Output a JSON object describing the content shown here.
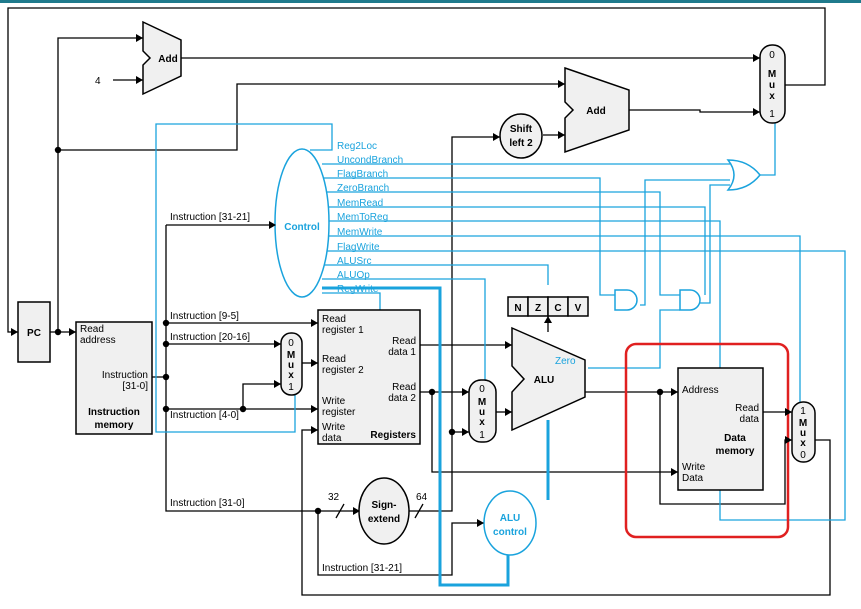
{
  "colors": {
    "control": "#1aa3dd",
    "highlight": "#e02020",
    "block_fill": "#f0f0f0",
    "frame": "#1f7a8c"
  },
  "blocks": {
    "pc": "PC",
    "add_top": "Add",
    "add_branch": "Add",
    "shift_left": [
      "Shift",
      "left 2"
    ],
    "control": "Control",
    "instr_mem_read": [
      "Read",
      "address"
    ],
    "instr_mem_out": [
      "Instruction",
      "[31-0]"
    ],
    "instr_mem_title": [
      "Instruction",
      "memory"
    ],
    "registers_title": "Registers",
    "regs_inputs": [
      [
        "Read",
        "register 1"
      ],
      [
        "Read",
        "register 2"
      ],
      [
        "Write",
        "register"
      ],
      [
        "Write",
        "data"
      ]
    ],
    "regs_outputs": [
      [
        "Read",
        "data 1"
      ],
      [
        "Read",
        "data 2"
      ]
    ],
    "sign_extend": [
      "Sign-",
      "extend"
    ],
    "alu": "ALU",
    "alu_zero": "Zero",
    "alu_control": [
      "ALU",
      "control"
    ],
    "data_mem_address": "Address",
    "data_mem_read": [
      "Read",
      "data"
    ],
    "data_mem_title": [
      "Data",
      "memory"
    ],
    "data_mem_write": [
      "Write",
      "Data"
    ],
    "flags": [
      "N",
      "Z",
      "C",
      "V"
    ],
    "const_four": "4",
    "bits_in": "32",
    "bits_out": "64"
  },
  "muxes": {
    "pc_mux": [
      "0",
      "M",
      "u",
      "x",
      "1"
    ],
    "reg_mux": [
      "0",
      "M",
      "u",
      "x",
      "1"
    ],
    "alu_mux": [
      "0",
      "M",
      "u",
      "x",
      "1"
    ],
    "wb_mux": [
      "1",
      "M",
      "u",
      "x",
      "0"
    ]
  },
  "control_signals": [
    "Reg2Loc",
    "UncondBranch",
    "FlagBranch",
    "ZeroBranch",
    "MemRead",
    "MemToReg",
    "MemWrite",
    "FlagWrite",
    "ALUSrc",
    "ALUOp",
    "RegWrite"
  ],
  "instruction_fields": {
    "control_in": "Instruction [31-21]",
    "rn": "Instruction [9-5]",
    "rm": "Instruction [20-16]",
    "rd": "Instruction [4-0]",
    "imm": "Instruction [31-0]",
    "alu_ctl": "Instruction [31-21]"
  }
}
